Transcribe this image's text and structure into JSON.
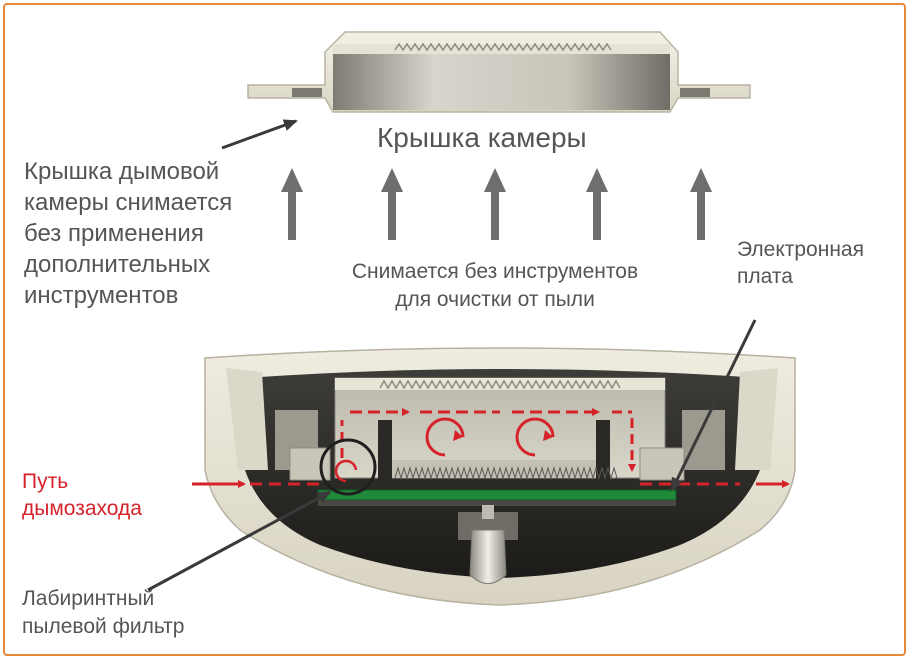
{
  "labels": {
    "chamber_cover": "Крышка камеры",
    "cover_note_1": "Крышка дымовой",
    "cover_note_2": "камеры снимается",
    "cover_note_3": "без применения",
    "cover_note_4": "дополнительных",
    "cover_note_5": "инструментов",
    "removal_1": "Снимается без инструментов",
    "removal_2": "для очистки от пыли",
    "pcb_1": "Электронная",
    "pcb_2": "плата",
    "smoke_path_1": "Путь",
    "smoke_path_2": "дымозахода",
    "filter_1": "Лабиринтный",
    "filter_2": "пылевой фильтр"
  },
  "colors": {
    "border": "#e8893a",
    "smoke_flow": "#d6232a",
    "text": "#555555",
    "arrow": "#666666",
    "pcb": "#1e8a3a",
    "housing": "#ece8da"
  }
}
